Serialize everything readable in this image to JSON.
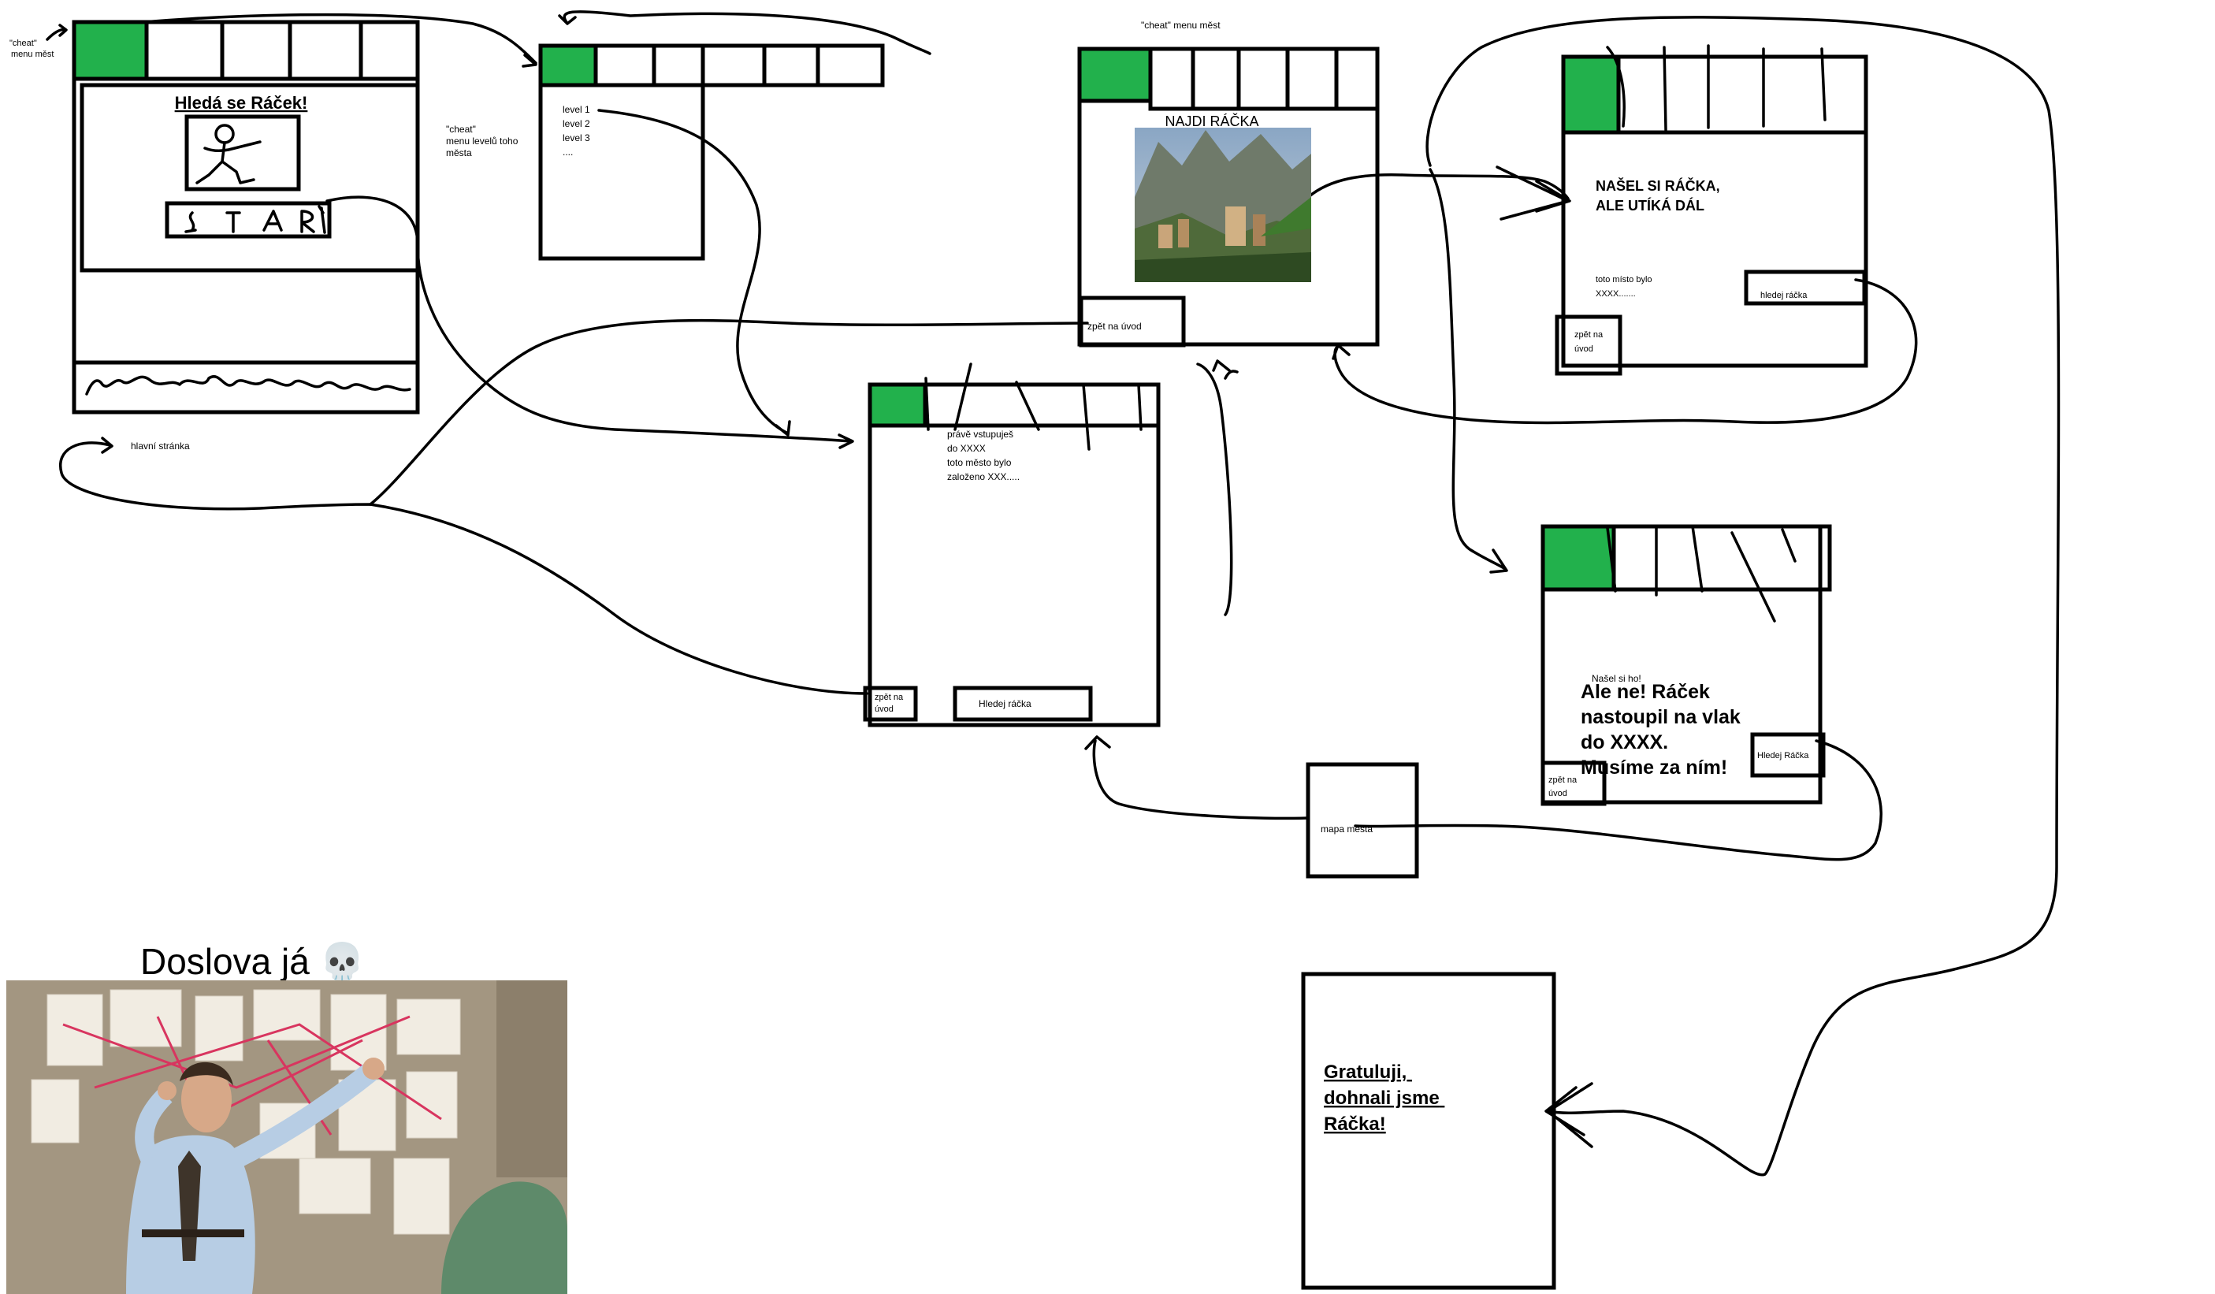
{
  "main_page": {
    "cheat_label": "\"cheat\"\nmenu měst",
    "title": "Hledá se Ráček!",
    "start_scribble": "S T A R T",
    "caption": "hlavní stránka"
  },
  "levels_menu": {
    "cheat_label": "\"cheat\"\nmenu levelů toho\nměsta",
    "items": [
      "level 1",
      "level 2",
      "level 3",
      "...."
    ]
  },
  "city_intro": {
    "text": [
      "právě vstupuješ",
      "do XXXX",
      "toto město bylo",
      "založeno XXX....."
    ],
    "back_button": "zpět na\núvod",
    "search_button": "Hledej ráčka"
  },
  "find_page": {
    "cheat_label": "\"cheat\" menu měst",
    "image_title": "NAJDI RÁČKA",
    "back_button": "zpět na úvod"
  },
  "found_runs": {
    "headline": [
      "NAŠEL SI RÁČKA,",
      "ALE UTÍKÁ DÁL"
    ],
    "place_text": [
      "toto místo bylo",
      "XXXX......."
    ],
    "search_button": "hledej ráčka",
    "back_button": "zpět na\núvod"
  },
  "found_train": {
    "small_heading": "Našel si ho!",
    "message": [
      "Ale ne! Ráček",
      "nastoupil na vlak",
      "do XXXX.",
      "Musíme za ním!"
    ],
    "back_button": "zpět na\núvod",
    "search_button": "Hledej Ráčka"
  },
  "city_map": {
    "label": "mapa města"
  },
  "congrats": {
    "message": [
      "Gratuluji,",
      "dohnali jsme",
      "Ráčka!"
    ]
  },
  "meme": {
    "caption": "Doslova já 💀"
  },
  "colors": {
    "accent": "#22b14c",
    "ink": "#000000"
  }
}
